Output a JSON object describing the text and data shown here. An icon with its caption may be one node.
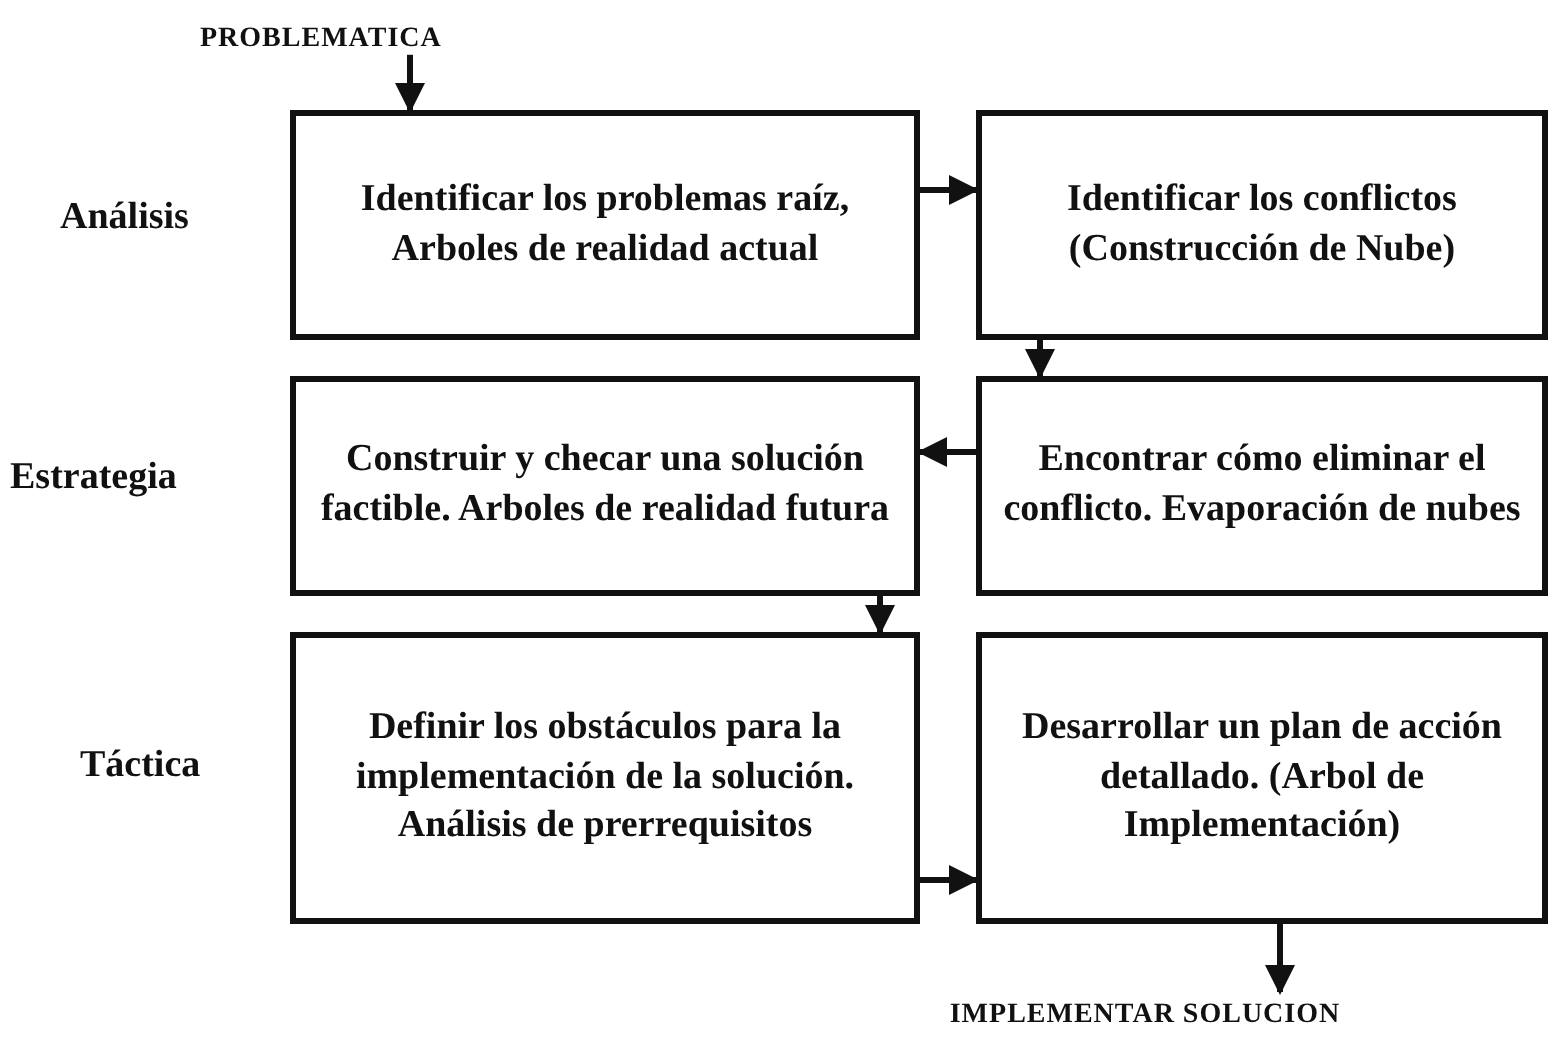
{
  "diagram": {
    "nodes": [
      {
        "text": [
          "PROBLEMATICA"
        ]
      },
      {
        "text": [
          "Identificar los problemas raíz, Arboles de realidad actual"
        ]
      },
      {
        "text": [
          "Identificar los conflictos (Construcción de Nube)"
        ]
      },
      {
        "text": [
          "Construir y checar una solución factible. Arboles de realidad futura"
        ]
      },
      {
        "text": [
          "Encontrar cómo eliminar el conflicto. Evaporación de nubes"
        ]
      },
      {
        "text": [
          "Definir los obstáculos para la implementación de la solución. Análisis de prerrequisitos"
        ]
      },
      {
        "text": [
          "Desarrollar un plan de acción detallado. (Arbol de Implementación)"
        ]
      },
      {
        "text": [
          "IMPLEMENTAR SOLUCION"
        ]
      }
    ],
    "edges": [
      {
        "from": 0,
        "to": 1,
        "arrow": "to"
      },
      {
        "from": 1,
        "to": 2,
        "arrow": "to"
      },
      {
        "from": 2,
        "to": 4,
        "arrow": "to"
      },
      {
        "from": 4,
        "to": 3,
        "arrow": "to"
      },
      {
        "from": 3,
        "to": 5,
        "arrow": "to"
      },
      {
        "from": 5,
        "to": 6,
        "arrow": "to"
      },
      {
        "from": 6,
        "to": 7,
        "arrow": "to"
      }
    ],
    "labels": [
      "Análisis",
      "Estrategia",
      "Táctica"
    ]
  }
}
